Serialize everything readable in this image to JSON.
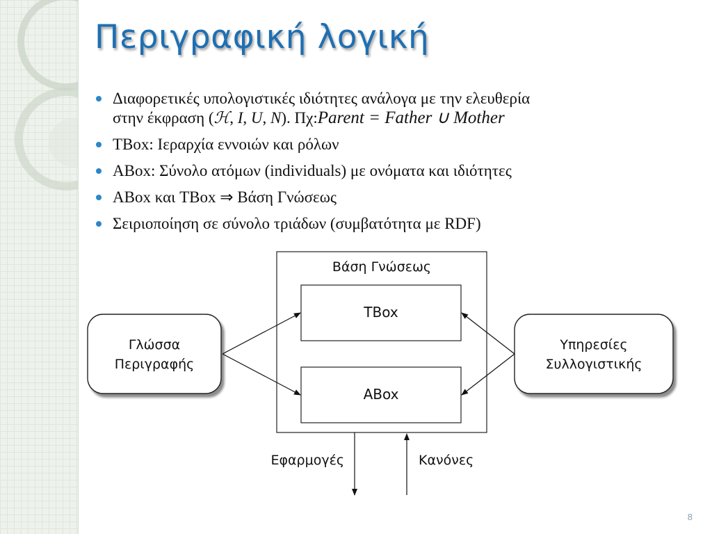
{
  "title": "Περιγραφική λογική",
  "bullets": [
    {
      "line1": "Διαφορετικές υπολογιστικές ιδιότητες ανάλογα με την ελευθερία",
      "line2_prefix": "στην έκφραση (",
      "symbols": [
        "ℋ",
        "I",
        "U",
        "N"
      ],
      "line2_suffix": "). Πχ:",
      "formula": "Parent = Father ∪ Mother"
    },
    {
      "text": "TBox: Ιεραρχία εννοιών και ρόλων"
    },
    {
      "text": "ABox: Σύνολο ατόμων (individuals) με ονόματα και ιδιότητες"
    },
    {
      "text_before": "ABox και TBox",
      "arrow": "⇒",
      "text_after": "Βάση Γνώσεως"
    },
    {
      "text": "Σειριοποίηση σε σύνολο τριάδων (συμβατότητα με RDF)"
    }
  ],
  "diagram": {
    "kb_label": "Βάση Γνώσεως",
    "tbox": "TBox",
    "abox": "ABox",
    "left_box": [
      "Γλώσσα",
      "Περιγραφής"
    ],
    "right_box": [
      "Υπηρεσίες",
      "Συλλογιστικής"
    ],
    "apps": "Εφαρμογές",
    "rules": "Κανόνες"
  },
  "page_number": "8",
  "colors": {
    "title": "#1f6fb2",
    "bullet": "#2c86c9"
  }
}
